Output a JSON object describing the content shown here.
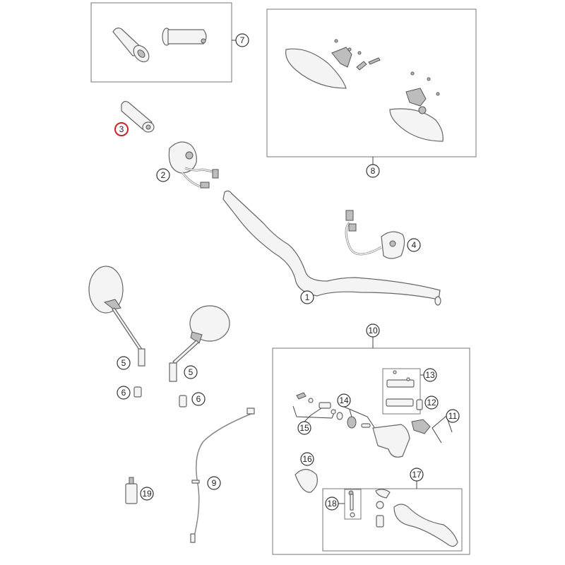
{
  "diagram": {
    "type": "exploded-parts-diagram",
    "highlighted_callout": "3",
    "highlight_color": "#d0202a",
    "callouts": {
      "c1": "1",
      "c2": "2",
      "c3": "3",
      "c4": "4",
      "c5a": "5",
      "c5b": "5",
      "c6a": "6",
      "c6b": "6",
      "c7": "7",
      "c8": "8",
      "c9": "9",
      "c10": "10",
      "c11": "11",
      "c12": "12",
      "c13": "13",
      "c14": "14",
      "c15": "15",
      "c16": "16",
      "c17": "17",
      "c18": "18",
      "c19": "19"
    }
  }
}
